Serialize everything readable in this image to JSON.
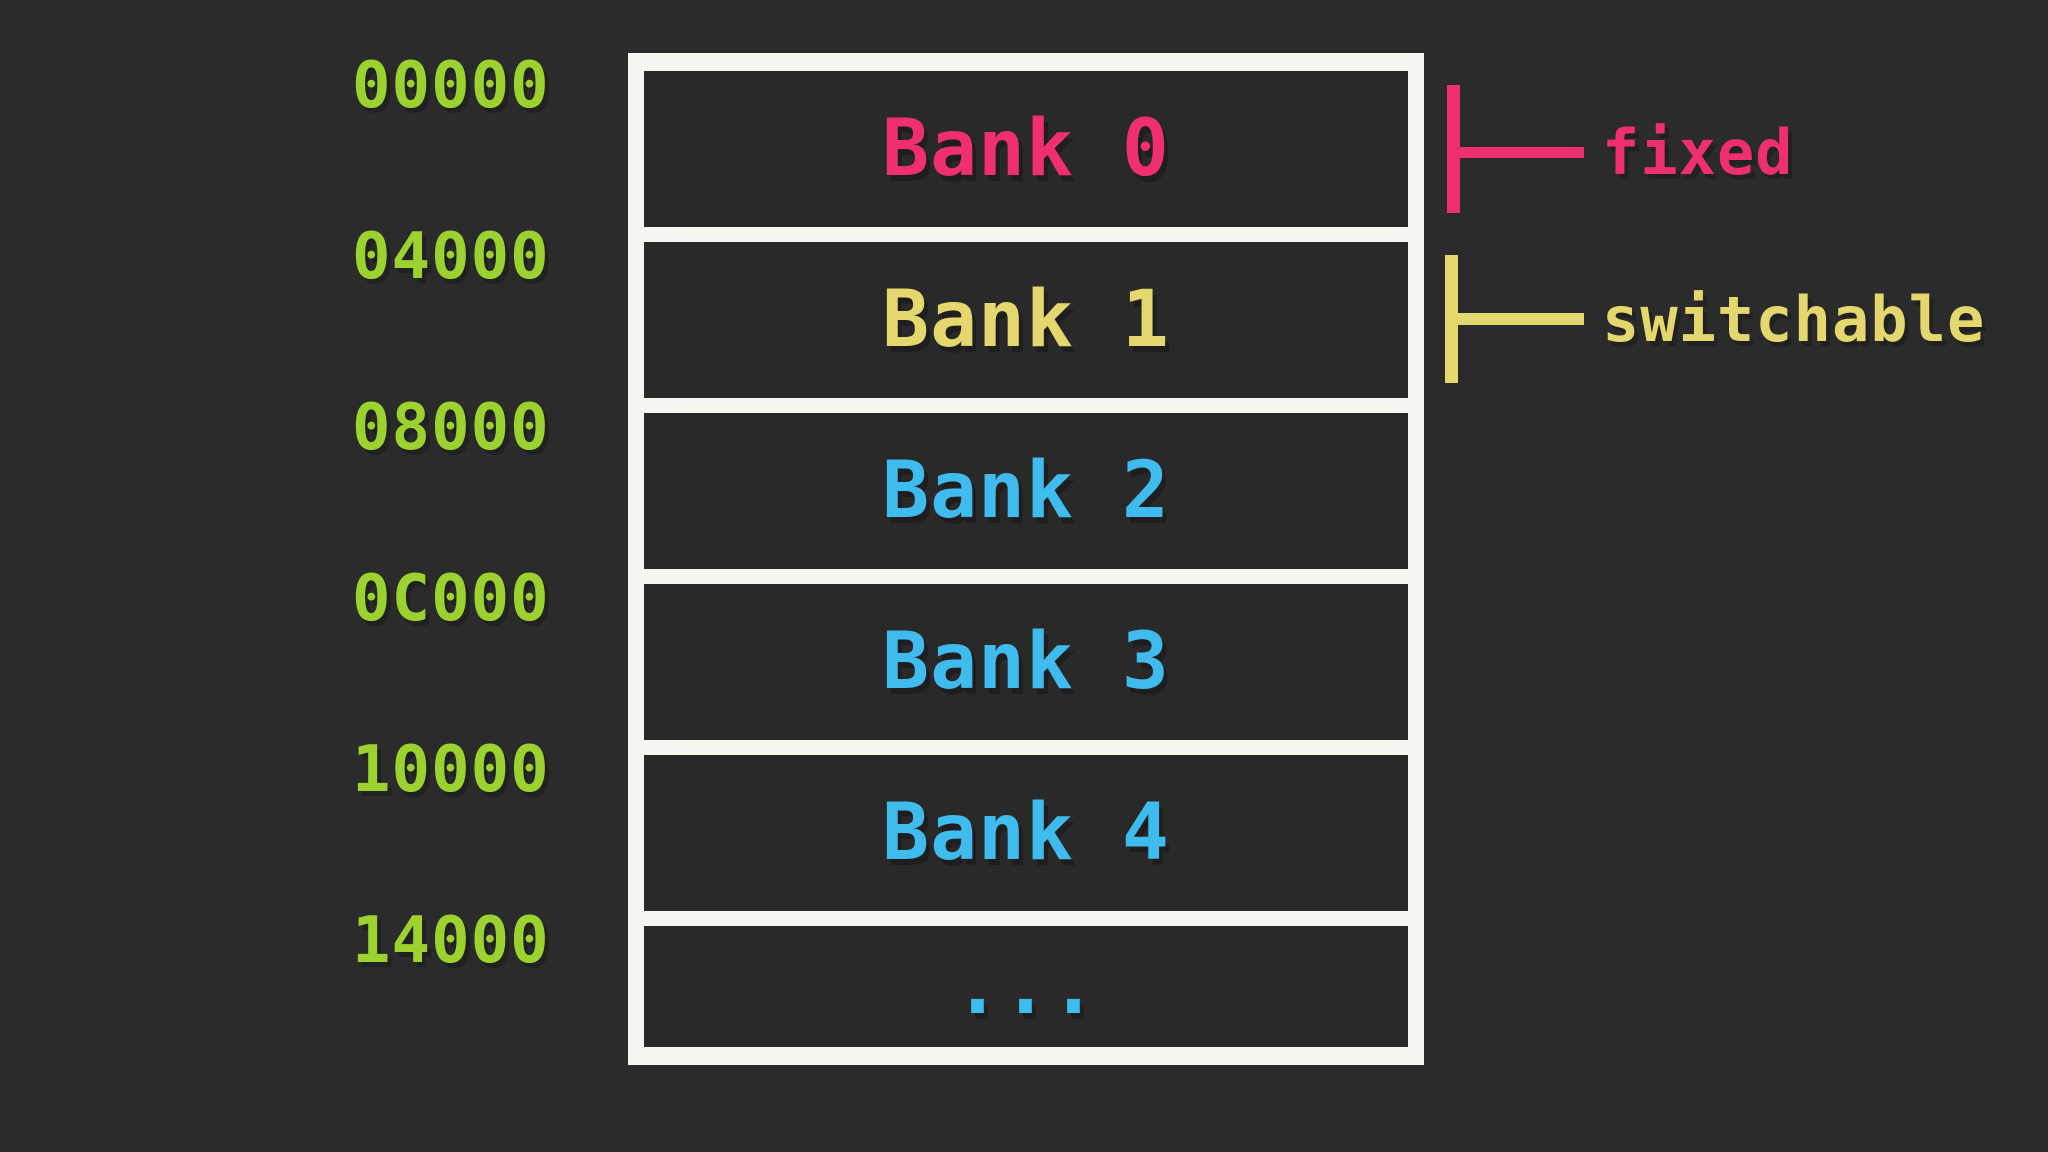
{
  "colors": {
    "background": "#2b2b2b",
    "cell_background": "#292929",
    "frame": "#f6f5f0",
    "address_green": "#9cd230",
    "fixed_pink": "#f0306e",
    "switchable_yellow": "#e3d76e",
    "bank_cyan": "#3fbbed"
  },
  "addresses": [
    "00000",
    "04000",
    "08000",
    "0C000",
    "10000",
    "14000"
  ],
  "banks": [
    {
      "label": "Bank 0",
      "color": "#f0306e"
    },
    {
      "label": "Bank 1",
      "color": "#e3d76e"
    },
    {
      "label": "Bank 2",
      "color": "#3fbbed"
    },
    {
      "label": "Bank 3",
      "color": "#3fbbed"
    },
    {
      "label": "Bank 4",
      "color": "#3fbbed"
    },
    {
      "label": "...",
      "color": "#3fbbed"
    }
  ],
  "annotations": [
    {
      "label": "fixed",
      "color": "#f0306e"
    },
    {
      "label": "switchable",
      "color": "#e3d76e"
    }
  ]
}
